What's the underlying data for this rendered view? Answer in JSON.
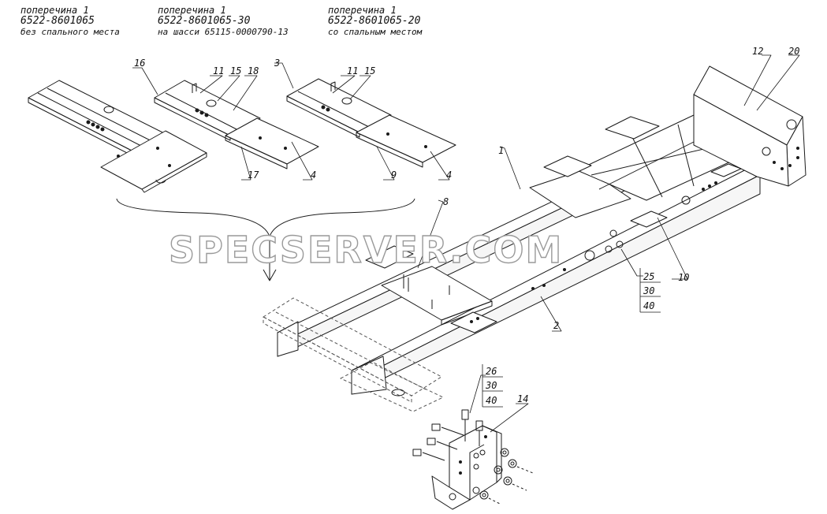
{
  "captions": [
    {
      "line1": "поперечина 1",
      "line2": "6522-8601065",
      "line3": "без спального места"
    },
    {
      "line1": "поперечина 1",
      "line2": "6522-8601065-30",
      "line3": "на шасси 65115-0000790-13"
    },
    {
      "line1": "поперечина 1",
      "line2": "6522-8601065-20",
      "line3": "со спальным местом"
    }
  ],
  "watermark": "SPECSERVER.COM",
  "callouts": {
    "c1": "1",
    "c2": "2",
    "c3": "3",
    "c4a": "4",
    "c4b": "4",
    "c8": "8",
    "c9": "9",
    "c10": "10",
    "c11a": "11",
    "c11b": "11",
    "c12": "12",
    "c14": "14",
    "c15a": "15",
    "c15b": "15",
    "c16": "16",
    "c17": "17",
    "c18": "18",
    "c20": "20"
  },
  "boxed_groups": [
    {
      "items": [
        "25",
        "30",
        "40"
      ]
    },
    {
      "items": [
        "26",
        "30",
        "40"
      ]
    }
  ]
}
